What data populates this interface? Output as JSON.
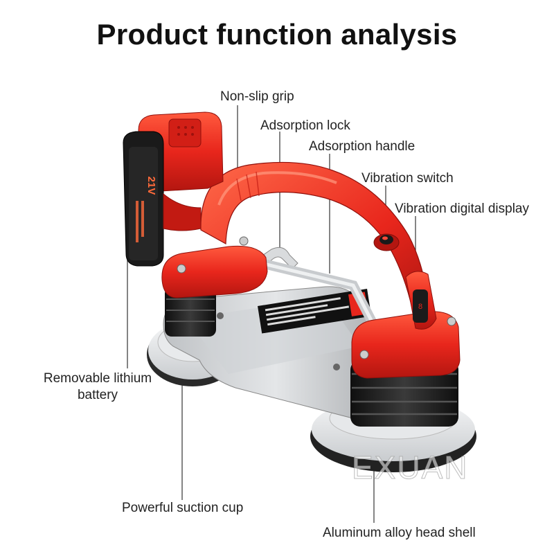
{
  "title": "Product function analysis",
  "labels": {
    "non_slip_grip": "Non-slip grip",
    "adsorption_lock": "Adsorption lock",
    "adsorption_handle": "Adsorption handle",
    "vibration_switch": "Vibration switch",
    "vibration_display": "Vibration digital display",
    "battery": "Removable lithium battery",
    "suction_cup": "Powerful suction cup",
    "head_shell": "Aluminum alloy head shell"
  },
  "battery_voltage": "21V",
  "watermark": "EXUAN",
  "colors": {
    "body_red": "#e8261c",
    "dark_red": "#b31610",
    "rubber_black": "#1c1c1c",
    "shell_gray": "#d4d6d8",
    "suction_white": "#eef0f1"
  }
}
